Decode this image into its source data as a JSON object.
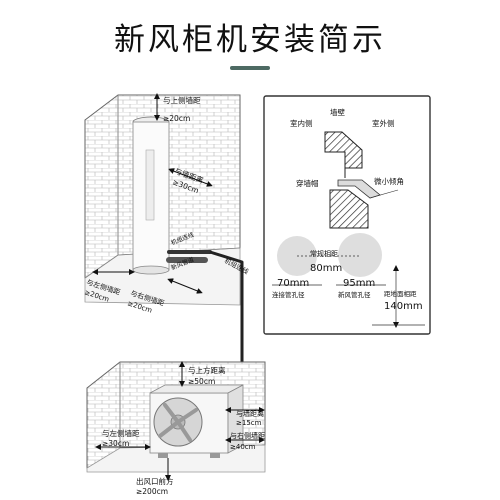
{
  "title": "新风柜机安装简示",
  "indoor": {
    "top_gap": "与上侧墙距",
    "top_gap_value": "≥20cm",
    "wall_gap": "与墙距离",
    "wall_gap_value": "≥30cm",
    "connecting_pipe": "机组连线",
    "fresh_air_pipe": "新风管道",
    "left_gap": "与左侧墙距",
    "left_gap_value": "≥20cm",
    "right_gap": "与右侧墙距",
    "right_gap_value": "≥20cm",
    "route_label": "机组连线"
  },
  "detail": {
    "wall": "墙壁",
    "indoor_side": "室内侧",
    "outdoor_side": "室外侧",
    "wall_cap": "穿墙帽",
    "slight_tilt": "微小倾角",
    "regular_spacing": "常规相距",
    "regular_spacing_value": "80mm",
    "hole1_size": "70mm",
    "hole1_label": "连接管孔径",
    "hole2_size": "95mm",
    "hole2_label": "新风管孔径",
    "floor_distance": "距地面相距",
    "floor_distance_value": "140mm"
  },
  "outdoor": {
    "top_gap": "与上方距离",
    "top_gap_value": "≥50cm",
    "back_gap": "与墙距离",
    "back_gap_value": "≥15cm",
    "left_gap": "与左侧墙距",
    "left_gap_value": "≥30cm",
    "right_gap": "与右侧墙距",
    "right_gap_value": "≥40cm",
    "outlet_gap": "出风口前方",
    "outlet_gap_value": "≥200cm"
  }
}
